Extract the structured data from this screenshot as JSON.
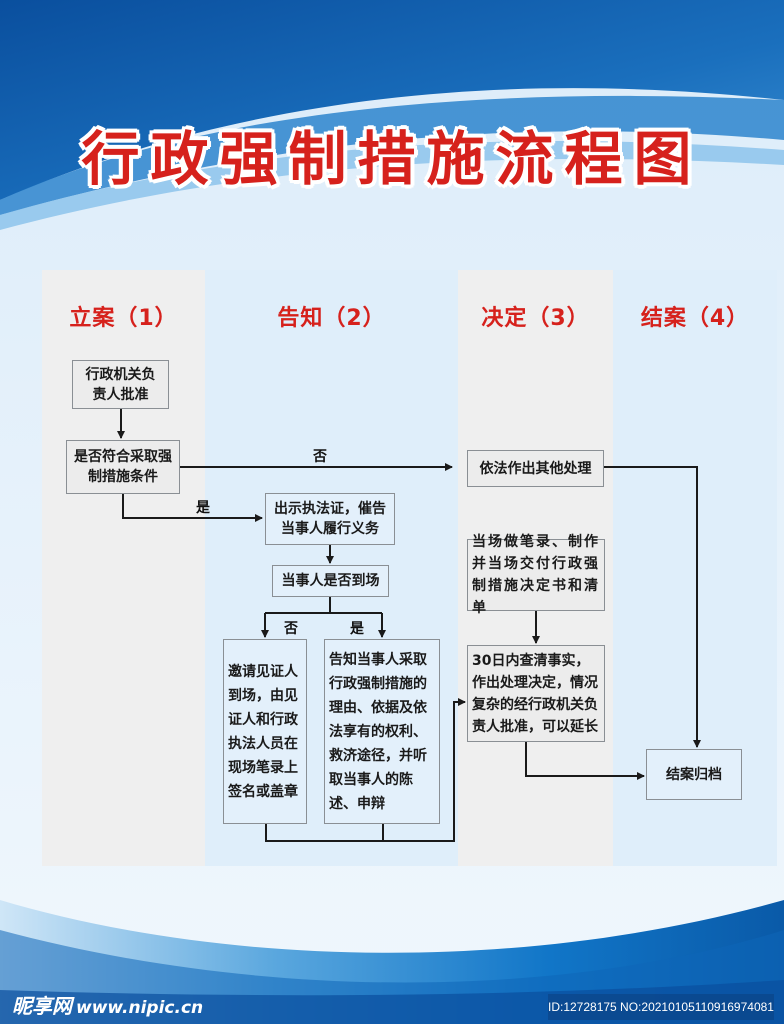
{
  "title": "行政强制措施流程图",
  "colors": {
    "title_red": "#d6211c",
    "header_red": "#d6211c",
    "column_gray": "#efefef",
    "column_blue": "#dfeefa",
    "box_border": "#8a8f94",
    "line": "#1a1a1a"
  },
  "columns": [
    {
      "label": "立案（1）"
    },
    {
      "label": "告知（2）"
    },
    {
      "label": "决定（3）"
    },
    {
      "label": "结案（4）"
    }
  ],
  "nodes": {
    "approve": "行政机关负责人批准",
    "condition": "是否符合采取强制措施条件",
    "show_cert": "出示执法证，催告当事人履行义务",
    "party_present": "当事人是否到场",
    "absent_action": "邀请见证人到场，由见证人和行政执法人员在现场笔录上签名或盖章",
    "present_action": "告知当事人采取行政强制措施的理由、依据及依法享有的权利、救济途径，并听取当事人的陈述、申辩",
    "other_handling": "依法作出其他处理",
    "onsite_record": "当场做笔录、制作并当场交付行政强制措施决定书和清单",
    "thirty_days": "30日内查清事实，作出处理决定，情况复杂的经行政机关负责人批准，可以延长",
    "close_archive": "结案归档"
  },
  "edge_labels": {
    "cond_no": "否",
    "cond_yes": "是",
    "present_no": "否",
    "present_yes": "是"
  },
  "watermark": {
    "site_name": "昵享网",
    "url": "www.nipic.cn",
    "id_text": "ID:12728175 NO:20210105110916974081"
  }
}
